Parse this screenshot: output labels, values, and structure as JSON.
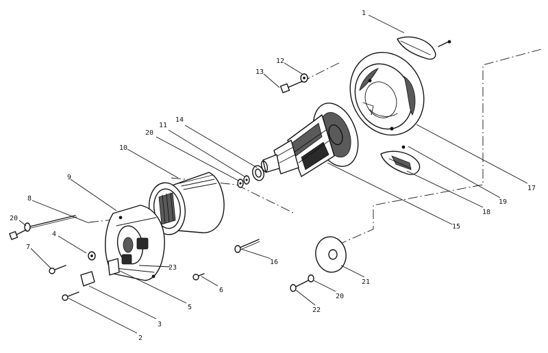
{
  "callouts": {
    "c1": "1",
    "c2": "2",
    "c3": "3",
    "c4": "4",
    "c5": "5",
    "c6": "6",
    "c7": "7",
    "c8": "8",
    "c9": "9",
    "c10": "10",
    "c11": "11",
    "c12": "12",
    "c13": "13",
    "c14": "14",
    "c15": "15",
    "c16": "16",
    "c17": "17",
    "c18": "18",
    "c19": "19",
    "c20a": "20",
    "c20b": "20",
    "c20c": "20",
    "c21": "21",
    "c22": "22",
    "c23": "23"
  }
}
